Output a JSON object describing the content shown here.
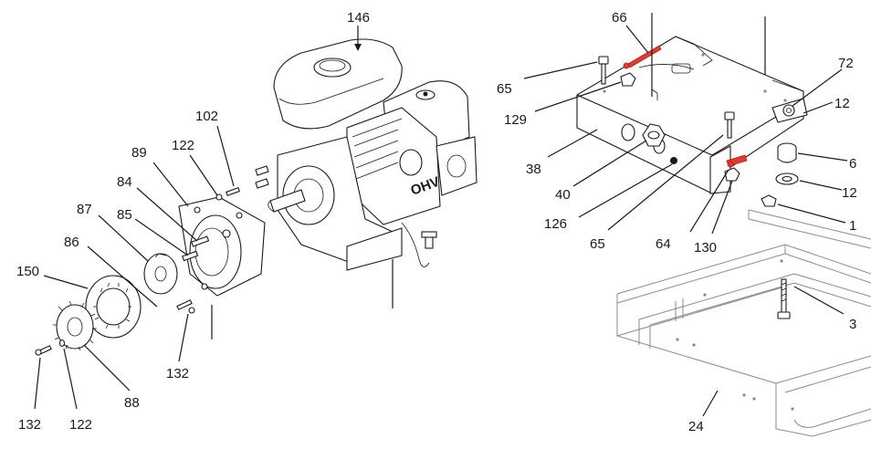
{
  "diagram": {
    "callouts": [
      {
        "id": "146",
        "text": "146"
      },
      {
        "id": "102",
        "text": "102"
      },
      {
        "id": "122a",
        "text": "122"
      },
      {
        "id": "89",
        "text": "89"
      },
      {
        "id": "84",
        "text": "84"
      },
      {
        "id": "87",
        "text": "87"
      },
      {
        "id": "85",
        "text": "85"
      },
      {
        "id": "86",
        "text": "86"
      },
      {
        "id": "150",
        "text": "150"
      },
      {
        "id": "132a",
        "text": "132"
      },
      {
        "id": "88",
        "text": "88"
      },
      {
        "id": "132b",
        "text": "132"
      },
      {
        "id": "122b",
        "text": "122"
      },
      {
        "id": "66",
        "text": "66"
      },
      {
        "id": "65a",
        "text": "65"
      },
      {
        "id": "129",
        "text": "129"
      },
      {
        "id": "38",
        "text": "38"
      },
      {
        "id": "40",
        "text": "40"
      },
      {
        "id": "126",
        "text": "126"
      },
      {
        "id": "65b",
        "text": "65"
      },
      {
        "id": "64",
        "text": "64"
      },
      {
        "id": "130",
        "text": "130"
      },
      {
        "id": "72",
        "text": "72"
      },
      {
        "id": "12a",
        "text": "12"
      },
      {
        "id": "6",
        "text": "6"
      },
      {
        "id": "12b",
        "text": "12"
      },
      {
        "id": "1",
        "text": "1"
      },
      {
        "id": "3",
        "text": "3"
      },
      {
        "id": "24",
        "text": "24"
      }
    ],
    "engine_brand": "OHV"
  },
  "colors": {
    "line": "#1a1a1a",
    "frame": "#8a8a8a",
    "highlight": "#e33a2c"
  }
}
